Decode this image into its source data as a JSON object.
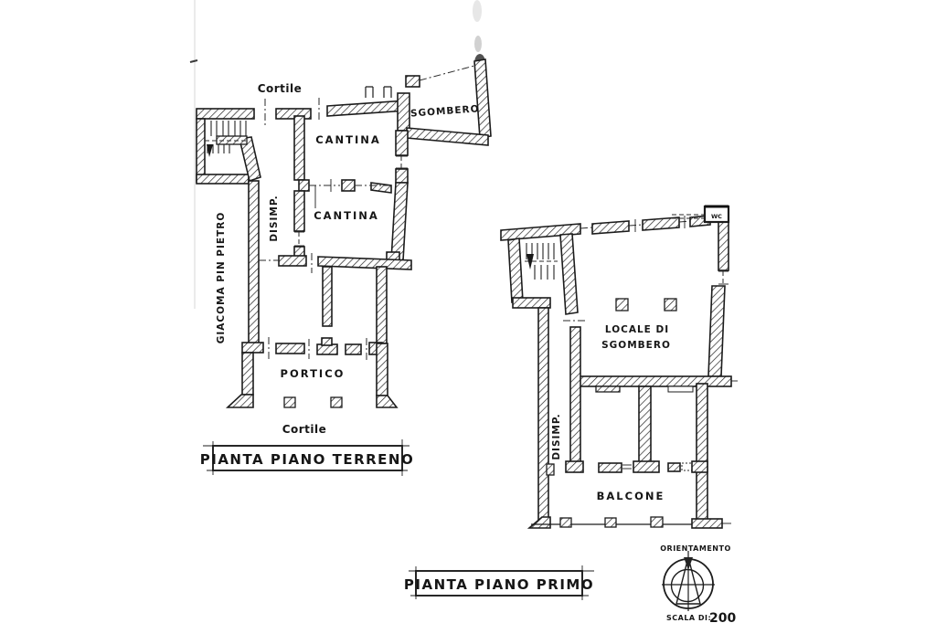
{
  "ground_floor": {
    "title": "PIANTA PIANO TERRENO",
    "street_name": "GIACOMA PIN PIETRO",
    "rooms": {
      "cortile_top": "Cortile",
      "sgombero": "SGOMBERO",
      "cantina_upper": "CANTINA",
      "cantina_lower": "CANTINA",
      "disimpegno": "DISIMP.",
      "portico": "PORTICO",
      "cortile_bottom": "Cortile"
    }
  },
  "first_floor": {
    "title": "PIANTA PIANO PRIMO",
    "rooms": {
      "wc": "WC",
      "locale_line1": "LOCALE DI",
      "locale_line2": "SGOMBERO",
      "disimpegno": "DISIMP.",
      "balcone": "BALCONE"
    }
  },
  "compass": {
    "label": "ORIENTAMENTO"
  },
  "scale": {
    "label": "SCALA DI:",
    "value": "200"
  },
  "colors": {
    "ink": "#1c1c1c",
    "paper": "#ffffff"
  }
}
